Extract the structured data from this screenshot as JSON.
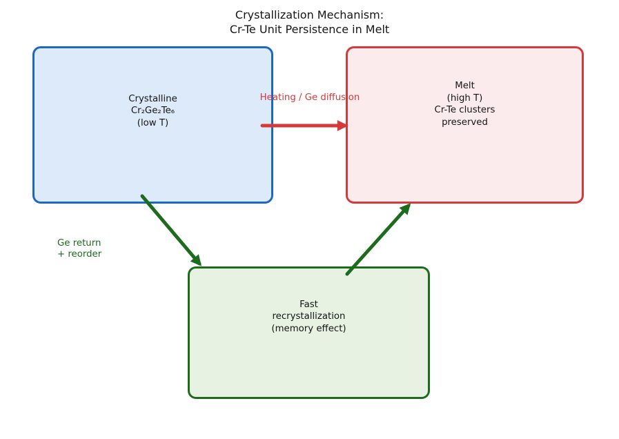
{
  "title": "Crystallization Mechanism:\nCr-Te Unit Persistence in Melt",
  "boxes": {
    "crystalline": {
      "label": "Crystalline\nCr₂Ge₂Te₆\n(low T)"
    },
    "melt": {
      "label": "Melt\n(high T)\nCr-Te clusters\npreserved"
    },
    "recrystallization": {
      "label": "Fast\nrecrystallization\n(memory effect)"
    }
  },
  "arrow_labels": {
    "heating": "Heating / Ge diffusion",
    "ge_return": "Ge return\n+ reorder"
  },
  "colors": {
    "blue_border": "#1b67c4",
    "blue_fill": "#dceafa",
    "red_accent": "#d43a3a",
    "red_fill": "#fcebed",
    "green_accent": "#1d6b1d",
    "green_fill": "#e7f2e3",
    "text_color": "#151515"
  }
}
